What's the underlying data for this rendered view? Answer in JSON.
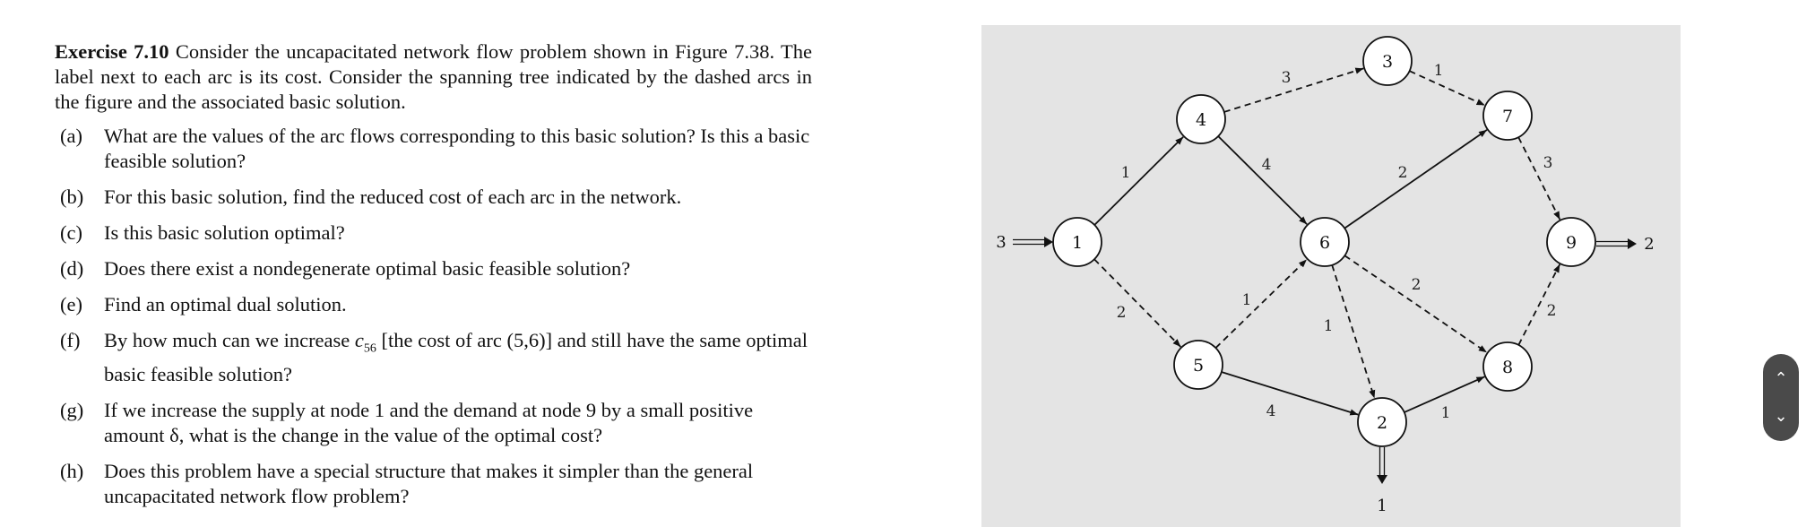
{
  "exercise": {
    "label": "Exercise 7.10",
    "intro": "Consider the uncapacitated network flow problem shown in Figure 7.38. The label next to each arc is its cost. Consider the spanning tree indicated by the dashed arcs in the figure and the associated basic solution.",
    "items": [
      {
        "label": "(a)",
        "text": "What are the values of the arc flows corresponding to this basic solution? Is this a basic feasible solution?"
      },
      {
        "label": "(b)",
        "text": "For this basic solution, find the reduced cost of each arc in the network."
      },
      {
        "label": "(c)",
        "text": "Is this basic solution optimal?"
      },
      {
        "label": "(d)",
        "text": "Does there exist a nondegenerate optimal basic feasible solution?"
      },
      {
        "label": "(e)",
        "text": "Find an optimal dual solution."
      },
      {
        "label": "(f)",
        "text": "By how much can we increase c56 [the cost of arc (5,6)] and still have the same optimal basic feasible solution?"
      },
      {
        "label": "(g)",
        "text": "If we increase the supply at node 1 and the demand at node 9 by a small positive amount δ, what is the change in the value of the optimal cost?"
      },
      {
        "label": "(h)",
        "text": "Does this problem have a special structure that makes it simpler than the general uncapacitated network flow problem?"
      }
    ]
  },
  "figure": {
    "nodes": [
      "1",
      "2",
      "3",
      "4",
      "5",
      "6",
      "7",
      "8",
      "9"
    ],
    "edges": [
      {
        "from": "1",
        "to": "4",
        "cost": "1",
        "dashed": false
      },
      {
        "from": "4",
        "to": "3",
        "cost": "3",
        "dashed": true
      },
      {
        "from": "3",
        "to": "7",
        "cost": "1",
        "dashed": true
      },
      {
        "from": "4",
        "to": "6",
        "cost": "4",
        "dashed": false
      },
      {
        "from": "6",
        "to": "7",
        "cost": "2",
        "dashed": false
      },
      {
        "from": "7",
        "to": "9",
        "cost": "3",
        "dashed": true
      },
      {
        "from": "1",
        "to": "5",
        "cost": "2",
        "dashed": true
      },
      {
        "from": "5",
        "to": "6",
        "cost": "1",
        "dashed": true
      },
      {
        "from": "6",
        "to": "2",
        "cost": "1",
        "dashed": true
      },
      {
        "from": "6",
        "to": "8",
        "cost": "2",
        "dashed": true
      },
      {
        "from": "8",
        "to": "9",
        "cost": "2",
        "dashed": true
      },
      {
        "from": "5",
        "to": "2",
        "cost": "4",
        "dashed": false
      },
      {
        "from": "2",
        "to": "8",
        "cost": "1",
        "dashed": false
      }
    ],
    "supply": {
      "node": "1",
      "amount": "3"
    },
    "demands": [
      {
        "node": "9",
        "amount": "2"
      },
      {
        "node": "2",
        "amount": "1"
      }
    ]
  },
  "scroll_widget": {
    "up_icon": "chevron-up-icon",
    "down_icon": "chevron-down-icon",
    "up": "^",
    "down": "v"
  }
}
